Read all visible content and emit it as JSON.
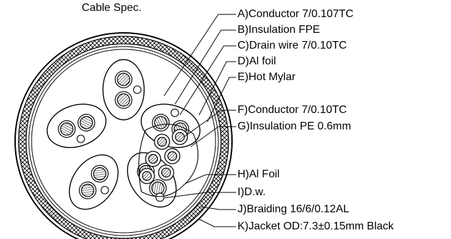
{
  "title": "Cable Spec.",
  "labels": [
    {
      "id": "A",
      "text": "A)Conductor 7/0.107TC"
    },
    {
      "id": "B",
      "text": "B)Insulation FPE"
    },
    {
      "id": "C",
      "text": "C)Drain wire 7/0.10TC"
    },
    {
      "id": "D",
      "text": "D)Al foil"
    },
    {
      "id": "E",
      "text": "E)Hot Mylar"
    },
    {
      "id": "F",
      "text": "F)Conductor 7/0.10TC"
    },
    {
      "id": "G",
      "text": "G)Insulation PE 0.6mm"
    },
    {
      "id": "H",
      "text": "H)Al Foil"
    },
    {
      "id": "I",
      "text": "I)D.w."
    },
    {
      "id": "J",
      "text": "J)Braiding 16/6/0.12AL"
    },
    {
      "id": "K",
      "text": "K)Jacket OD:7.3±0.15mm Black"
    }
  ],
  "colors": {
    "line": "#000000",
    "fill": "#ffffff"
  }
}
